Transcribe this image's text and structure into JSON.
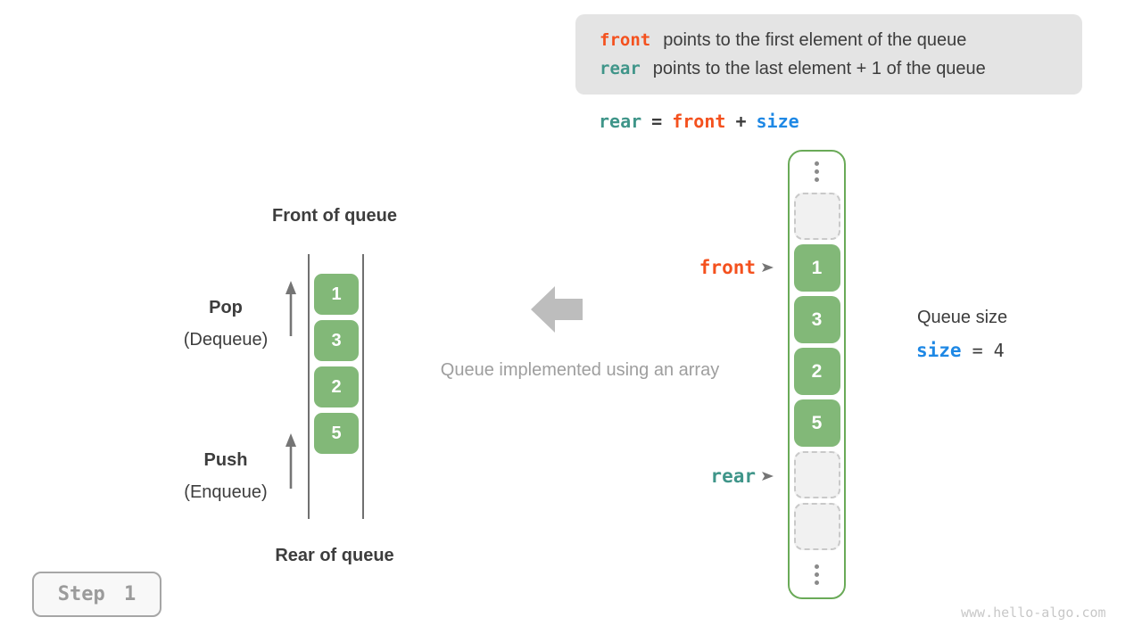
{
  "info_box": {
    "lines": [
      {
        "keyword": "front",
        "keyword_color": "#f4511e",
        "text": "points to the first element of the queue"
      },
      {
        "keyword": "rear",
        "keyword_color": "#3f9589",
        "text": "points to the last element + 1 of the queue"
      }
    ]
  },
  "formula": {
    "tokens": [
      {
        "text": "rear",
        "color": "#3f9589"
      },
      {
        "text": "=",
        "color": "#3c3c3c"
      },
      {
        "text": "front",
        "color": "#f4511e"
      },
      {
        "text": "+",
        "color": "#3c3c3c"
      },
      {
        "text": "size",
        "color": "#1e88e5"
      }
    ]
  },
  "left_diagram": {
    "front_label": "Front of queue",
    "rear_label": "Rear of queue",
    "pop": {
      "title": "Pop",
      "subtitle": "(Dequeue)"
    },
    "push": {
      "title": "Push",
      "subtitle": "(Enqueue)"
    },
    "values": [
      "1",
      "3",
      "2",
      "5"
    ]
  },
  "middle": {
    "caption": "Queue implemented using an array"
  },
  "array_diagram": {
    "cells": [
      {
        "type": "empty",
        "value": ""
      },
      {
        "type": "value",
        "value": "1"
      },
      {
        "type": "value",
        "value": "3"
      },
      {
        "type": "value",
        "value": "2"
      },
      {
        "type": "value",
        "value": "5"
      },
      {
        "type": "empty",
        "value": ""
      },
      {
        "type": "empty",
        "value": ""
      }
    ]
  },
  "pointers": {
    "front": {
      "label": "front",
      "color": "#f4511e"
    },
    "rear": {
      "label": "rear",
      "color": "#3f9589"
    }
  },
  "size_info": {
    "title": "Queue size",
    "variable": "size",
    "operator": "=",
    "value": "4"
  },
  "step_badge": "Step 1",
  "watermark": "www.hello-algo.com",
  "colors": {
    "cell_green": "#82b878",
    "column_border_green": "#6aaa58",
    "orange": "#f4511e",
    "teal": "#3f9589",
    "blue": "#1e88e5",
    "info_box_bg": "#e4e4e4",
    "gray_text": "#9e9e9e",
    "arrow_gray": "#757575",
    "block_arrow_gray": "#bdbdbd"
  }
}
